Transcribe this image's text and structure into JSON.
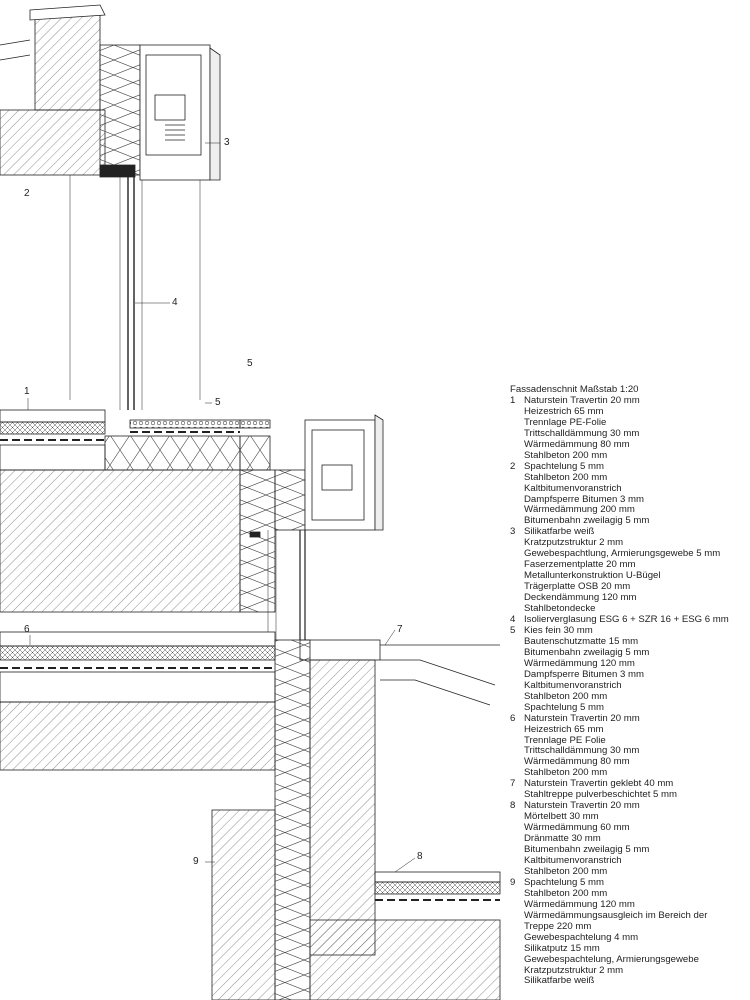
{
  "callouts": [
    "1",
    "2",
    "3",
    "4",
    "5",
    "6",
    "7",
    "8",
    "9"
  ],
  "legend": {
    "title": "Fassadenschnit Maßstab 1:20",
    "items": [
      {
        "num": "1",
        "lines": [
          "Naturstein Travertin 20 mm",
          "Heizestrich 65 mm",
          "Trennlage PE-Folie",
          "Trittschalldämmung 30 mm",
          "Wärmedämmung 80 mm",
          "Stahlbeton 200 mm"
        ]
      },
      {
        "num": "2",
        "lines": [
          "Spachtelung 5 mm",
          "Stahlbeton 200 mm",
          "Kaltbitumenvoranstrich",
          "Dampfsperre Bitumen 3 mm",
          "Wärmedämmung 200 mm",
          "Bitumenbahn zweilagig 5 mm"
        ]
      },
      {
        "num": "3",
        "lines": [
          "Silikatfarbe weiß",
          "Kratzputzstruktur 2 mm",
          "Gewebespachtlung, Armierungsgewebe 5 mm",
          "Faserzementplatte 20 mm",
          "Metallunterkonstruktion U-Bügel",
          "Trägerplatte OSB 20 mm",
          "Deckendämmung 120 mm",
          "Stahlbetondecke"
        ]
      },
      {
        "num": "4",
        "lines": [
          "Isolierverglasung ESG 6 + SZR 16 + ESG 6 mm"
        ]
      },
      {
        "num": "5",
        "lines": [
          "Kies fein 30 mm",
          "Bautenschutzmatte 15 mm",
          "Bitumenbahn zweilagig 5 mm",
          "Wärmedämmung 120 mm",
          "Dampfsperre Bitumen 3 mm",
          "Kaltbitumenvoranstrich",
          "Stahlbeton 200 mm",
          "Spachtelung 5 mm"
        ]
      },
      {
        "num": "6",
        "lines": [
          "Naturstein Travertin 20 mm",
          "Heizestrich 65 mm",
          "Trennlage PE Folie",
          "Trittschalldämmung 30 mm",
          "Wärmedämmung 80 mm",
          "Stahlbeton 200 mm"
        ]
      },
      {
        "num": "7",
        "lines": [
          "Naturstein Travertin geklebt 40 mm",
          "Stahltreppe pulverbeschichtet 5 mm"
        ]
      },
      {
        "num": "8",
        "lines": [
          "Naturstein Travertin 20 mm",
          "Mörtelbett 30 mm",
          "Wärmedämmung 60 mm",
          "Dränmatte 30 mm",
          "Bitumenbahn zweilagig 5 mm",
          "Kaltbitumenvoranstrich",
          "Stahlbeton 200 mm"
        ]
      },
      {
        "num": "9",
        "lines": [
          "Spachtelung 5 mm",
          "Stahlbeton 200 mm",
          "Wärmedämmung 120 mm",
          "Wärmedämmungsausgleich im Bereich der",
          "Treppe 220 mm",
          "Gewebespachtelung 4 mm",
          "Silikatputz 15 mm",
          "Gewebespachtelung, Armierungsgewebe",
          "Kratzputzstruktur 2 mm",
          "Silikatfarbe weiß"
        ]
      }
    ]
  }
}
